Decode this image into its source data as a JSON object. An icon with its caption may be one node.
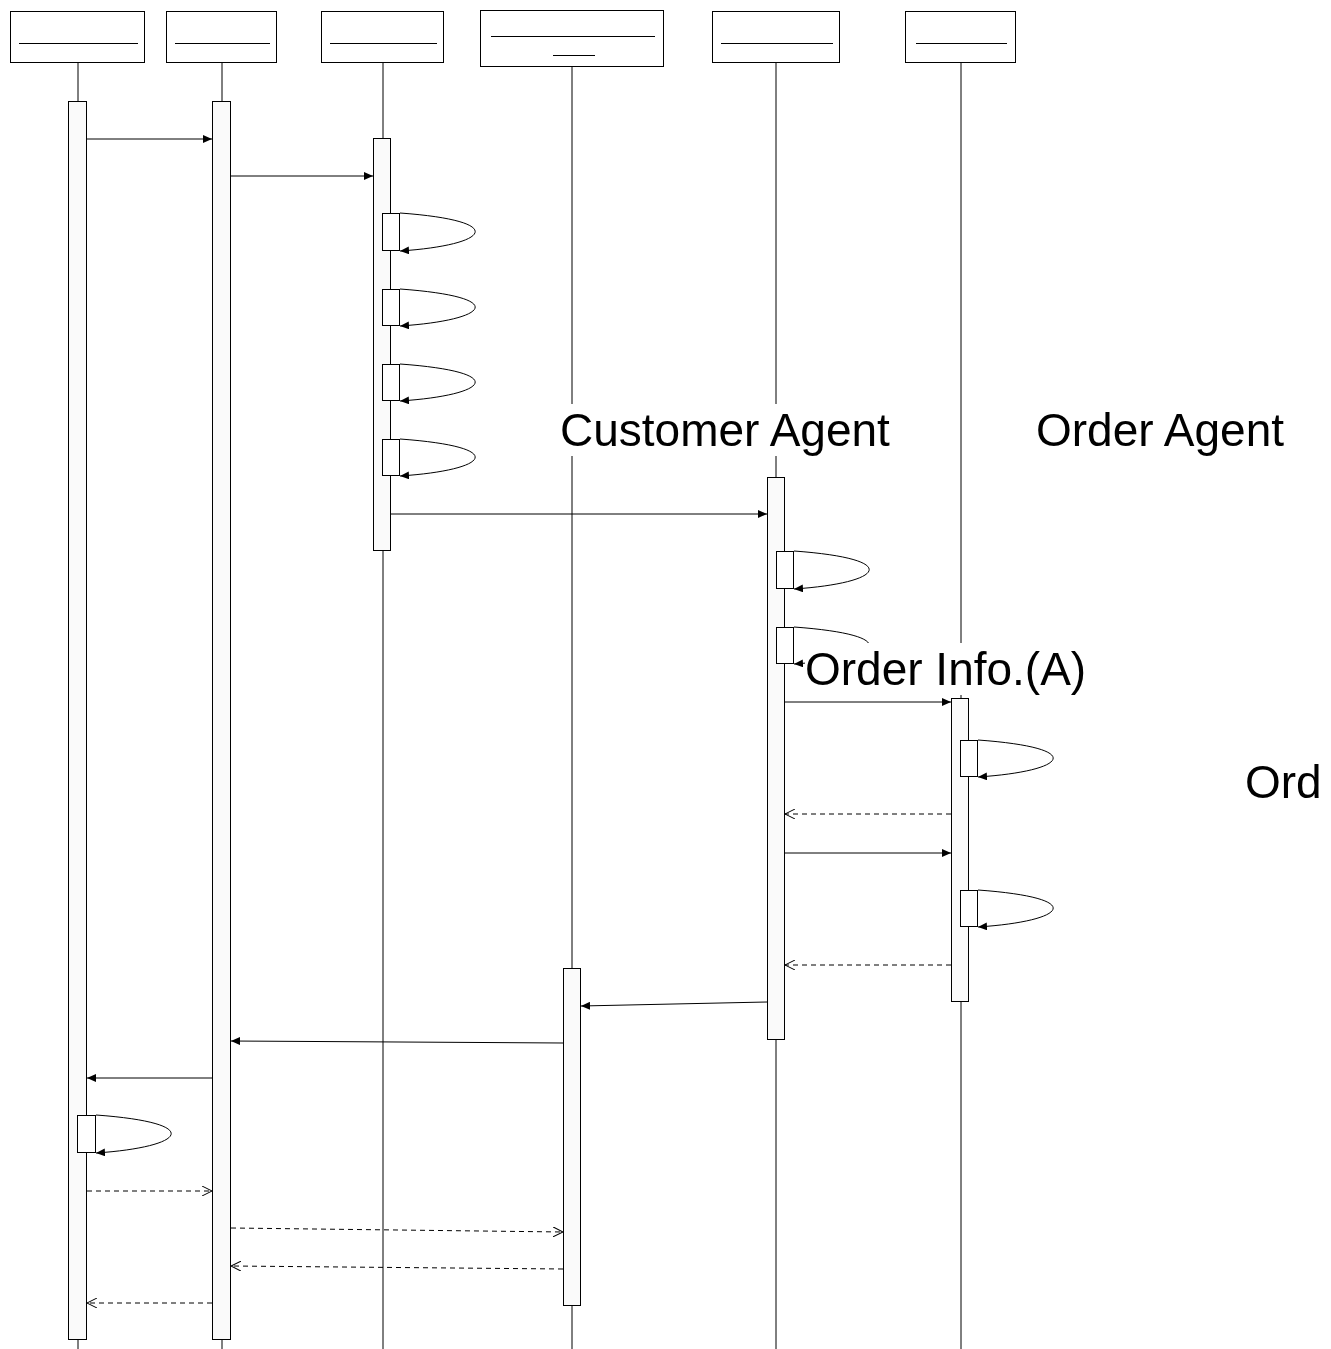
{
  "diagram": {
    "nodes": [
      {
        "text": [],
        "shape": "box"
      },
      {
        "text": [],
        "shape": "box"
      },
      {
        "text": [],
        "shape": "box"
      },
      {
        "text": [],
        "shape": "box"
      },
      {
        "text": [],
        "shape": "box"
      },
      {
        "text": [],
        "shape": "box"
      },
      {
        "text": [],
        "shape": "bar"
      },
      {
        "text": [],
        "shape": "bar"
      },
      {
        "text": [],
        "shape": "bar"
      },
      {
        "text": [],
        "shape": "bar"
      },
      {
        "text": [],
        "shape": "bar"
      },
      {
        "text": [],
        "shape": "bar"
      },
      {
        "text": [],
        "shape": "box"
      },
      {
        "text": [],
        "shape": "box"
      },
      {
        "text": [],
        "shape": "box"
      },
      {
        "text": [],
        "shape": "box"
      },
      {
        "text": [],
        "shape": "box"
      },
      {
        "text": [],
        "shape": "box"
      },
      {
        "text": [],
        "shape": "box"
      },
      {
        "text": [],
        "shape": "box"
      },
      {
        "text": [],
        "shape": "box"
      }
    ],
    "edges": [
      {
        "from": 6,
        "to": 7,
        "arrow": "to"
      },
      {
        "from": 7,
        "to": 8,
        "arrow": "to"
      },
      {
        "from": 12,
        "to": 12,
        "arrow": "to"
      },
      {
        "from": 13,
        "to": 13,
        "arrow": "to"
      },
      {
        "from": 14,
        "to": 14,
        "arrow": "to"
      },
      {
        "from": 15,
        "to": 15,
        "arrow": "to"
      },
      {
        "from": 8,
        "to": 10,
        "arrow": "to"
      },
      {
        "from": 16,
        "to": 16,
        "arrow": "to"
      },
      {
        "from": 17,
        "to": 17,
        "arrow": "to"
      },
      {
        "from": 10,
        "to": 11,
        "arrow": "to"
      },
      {
        "from": 18,
        "to": 18,
        "arrow": "to"
      },
      {
        "from": 11,
        "to": 10,
        "arrow": "to",
        "style": "dashed"
      },
      {
        "from": 10,
        "to": 11,
        "arrow": "to"
      },
      {
        "from": 19,
        "to": 19,
        "arrow": "to"
      },
      {
        "from": 11,
        "to": 10,
        "arrow": "to",
        "style": "dashed"
      },
      {
        "from": 10,
        "to": 9,
        "arrow": "to"
      },
      {
        "from": 9,
        "to": 7,
        "arrow": "to"
      },
      {
        "from": 7,
        "to": 6,
        "arrow": "to"
      },
      {
        "from": 20,
        "to": 20,
        "arrow": "to"
      },
      {
        "from": 6,
        "to": 7,
        "arrow": "to",
        "style": "dashed"
      },
      {
        "from": 7,
        "to": 9,
        "arrow": "to",
        "style": "dashed"
      },
      {
        "from": 9,
        "to": 7,
        "arrow": "to",
        "style": "dashed"
      },
      {
        "from": 7,
        "to": 6,
        "arrow": "to",
        "style": "dashed"
      },
      {
        "from": 0,
        "to": 6,
        "arrow": "none"
      },
      {
        "from": 1,
        "to": 7,
        "arrow": "none"
      },
      {
        "from": 2,
        "to": 8,
        "arrow": "none"
      },
      {
        "from": 3,
        "to": 9,
        "arrow": "none"
      },
      {
        "from": 4,
        "to": 10,
        "arrow": "none"
      },
      {
        "from": 5,
        "to": 11,
        "arrow": "none"
      }
    ],
    "labels": [
      "Customer Agent",
      "Order Agent",
      "Order Info.(A)",
      "Ord"
    ]
  }
}
